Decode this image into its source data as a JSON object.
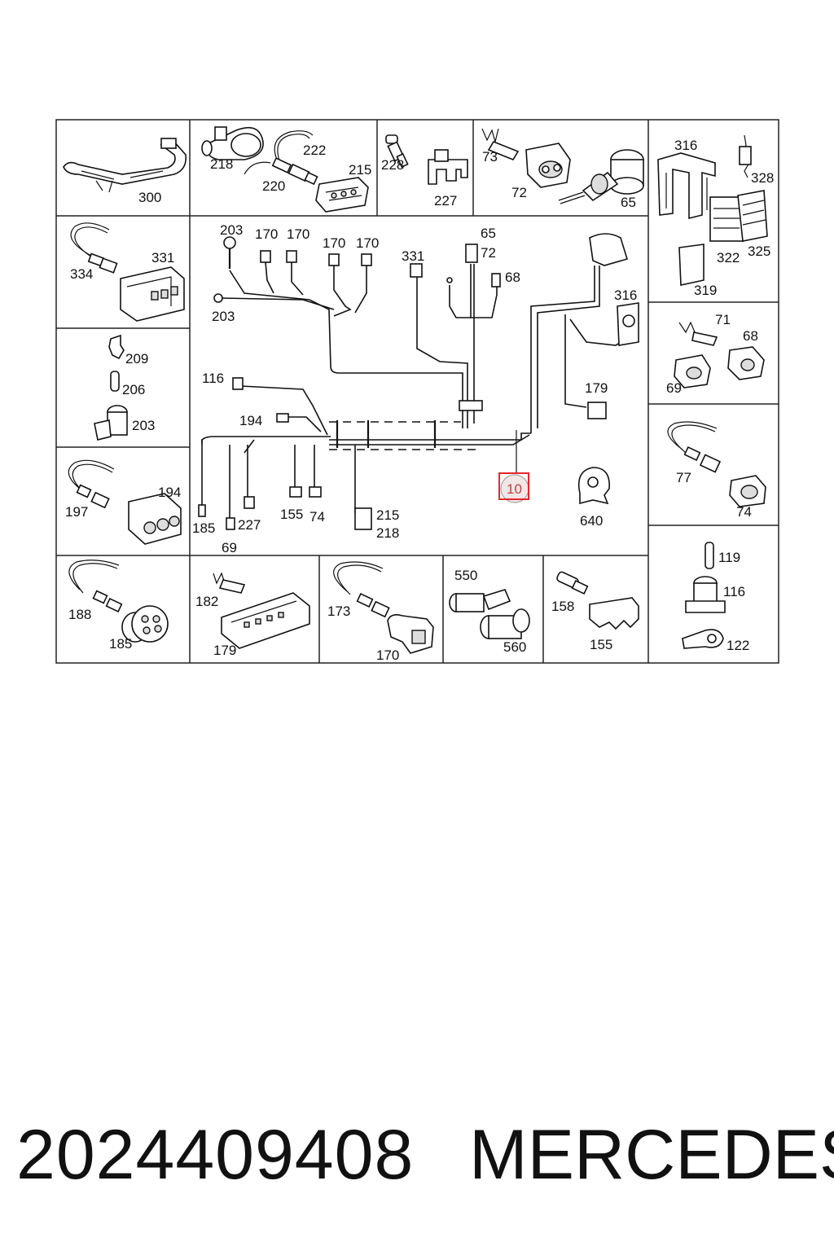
{
  "callouts": {
    "c300": "300",
    "c218a": "218",
    "c222": "222",
    "c215a": "215",
    "c220": "220",
    "c228": "228",
    "c227a": "227",
    "c73": "73",
    "c72a": "72",
    "c65a": "65",
    "c316a": "316",
    "c328": "328",
    "c322": "322",
    "c325": "325",
    "c319": "319",
    "c334": "334",
    "c331a": "331",
    "c209": "209",
    "c206": "206",
    "c203c": "203",
    "c197": "197",
    "c194b": "194",
    "c188": "188",
    "c185b": "185",
    "c182": "182",
    "c179b": "179",
    "c173": "173",
    "c170e": "170",
    "c550": "550",
    "c560": "560",
    "c158": "158",
    "c155b": "155",
    "c119": "119",
    "c116b": "116",
    "c122": "122",
    "c71": "71",
    "c68b": "68",
    "c69b": "69",
    "c77": "77",
    "c74b": "74",
    "m203a": "203",
    "m170a": "170",
    "m170b": "170",
    "m170c": "170",
    "m170d": "170",
    "m203b": "203",
    "m331": "331",
    "m65": "65",
    "m72": "72",
    "m68": "68",
    "m316": "316",
    "m116": "116",
    "m194": "194",
    "m179": "179",
    "m185": "185",
    "m69": "69",
    "m227": "227",
    "m155": "155",
    "m74": "74",
    "m215": "215",
    "m218": "218",
    "m640": "640",
    "highlight": "10"
  },
  "footer": {
    "part_number": "2024409408",
    "brand": "MERCEDES"
  },
  "colors": {
    "highlight": "#e8262c",
    "highlight_fill": "#f3e6e6",
    "line": "#111111"
  }
}
